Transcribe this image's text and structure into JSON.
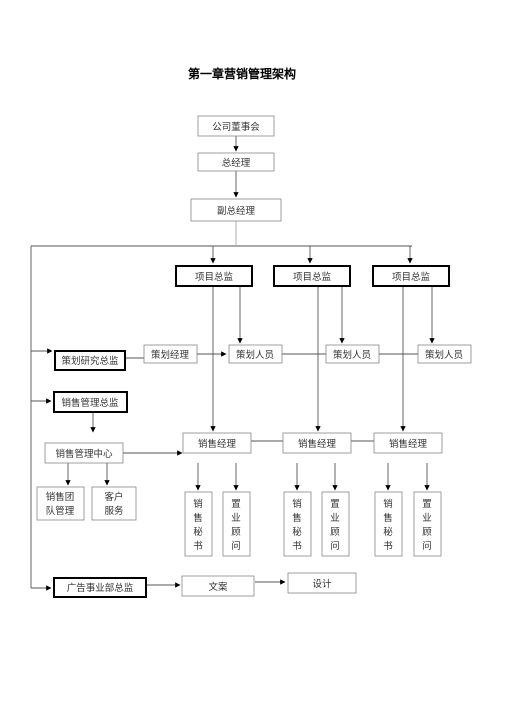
{
  "title": "第一章营销管理架构",
  "nodes": {
    "board": "公司董事会",
    "gm": "总经理",
    "vgm": "副总经理",
    "pd1": "项目总监",
    "pd2": "项目总监",
    "pd3": "项目总监",
    "plan_research": "策划研究总监",
    "plan_manager": "策划经理",
    "planner1": "策划人员",
    "planner2": "策划人员",
    "planner3": "策划人员",
    "sales_director": "销售管理总监",
    "sales_center": "销售管理中心",
    "sales_team": [
      "销售团",
      "队管理"
    ],
    "customer_service": [
      "客户",
      "服务"
    ],
    "sm1": "销售经理",
    "sm2": "销售经理",
    "sm3": "销售经理",
    "sec1": [
      "销",
      "售",
      "秘",
      "书"
    ],
    "con1": [
      "置",
      "业",
      "顾",
      "问"
    ],
    "sec2": [
      "销",
      "售",
      "秘",
      "书"
    ],
    "con2": [
      "置",
      "业",
      "顾",
      "问"
    ],
    "sec3": [
      "销",
      "售",
      "秘",
      "书"
    ],
    "con3": [
      "置",
      "业",
      "顾",
      "问"
    ],
    "ad_director": "广告事业部总监",
    "copy": "文案",
    "design": "设计"
  }
}
